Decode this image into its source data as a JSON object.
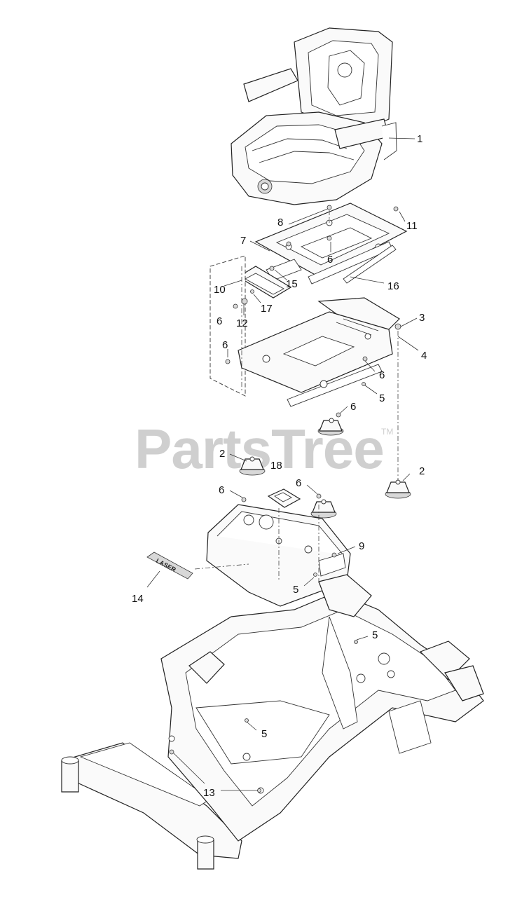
{
  "watermark": {
    "text": "PartsTree",
    "trademark": "TM"
  },
  "decal_text": "LASER",
  "callouts": [
    {
      "id": "c1",
      "label": "1"
    },
    {
      "id": "c8",
      "label": "8"
    },
    {
      "id": "c11",
      "label": "11"
    },
    {
      "id": "c7",
      "label": "7"
    },
    {
      "id": "c6a",
      "label": "6"
    },
    {
      "id": "c15",
      "label": "15"
    },
    {
      "id": "c16",
      "label": "16"
    },
    {
      "id": "c10",
      "label": "10"
    },
    {
      "id": "c17",
      "label": "17"
    },
    {
      "id": "c6b",
      "label": "6"
    },
    {
      "id": "c12",
      "label": "12"
    },
    {
      "id": "c3",
      "label": "3"
    },
    {
      "id": "c4",
      "label": "4"
    },
    {
      "id": "c6c",
      "label": "6"
    },
    {
      "id": "c6d",
      "label": "6"
    },
    {
      "id": "c5a",
      "label": "5"
    },
    {
      "id": "c6e",
      "label": "6"
    },
    {
      "id": "c2a",
      "label": "2"
    },
    {
      "id": "c18",
      "label": "18"
    },
    {
      "id": "c2b",
      "label": "2"
    },
    {
      "id": "c6f",
      "label": "6"
    },
    {
      "id": "c6g",
      "label": "6"
    },
    {
      "id": "c9",
      "label": "9"
    },
    {
      "id": "c14",
      "label": "14"
    },
    {
      "id": "c5b",
      "label": "5"
    },
    {
      "id": "c5c",
      "label": "5"
    },
    {
      "id": "c5d",
      "label": "5"
    },
    {
      "id": "c13",
      "label": "13"
    }
  ]
}
